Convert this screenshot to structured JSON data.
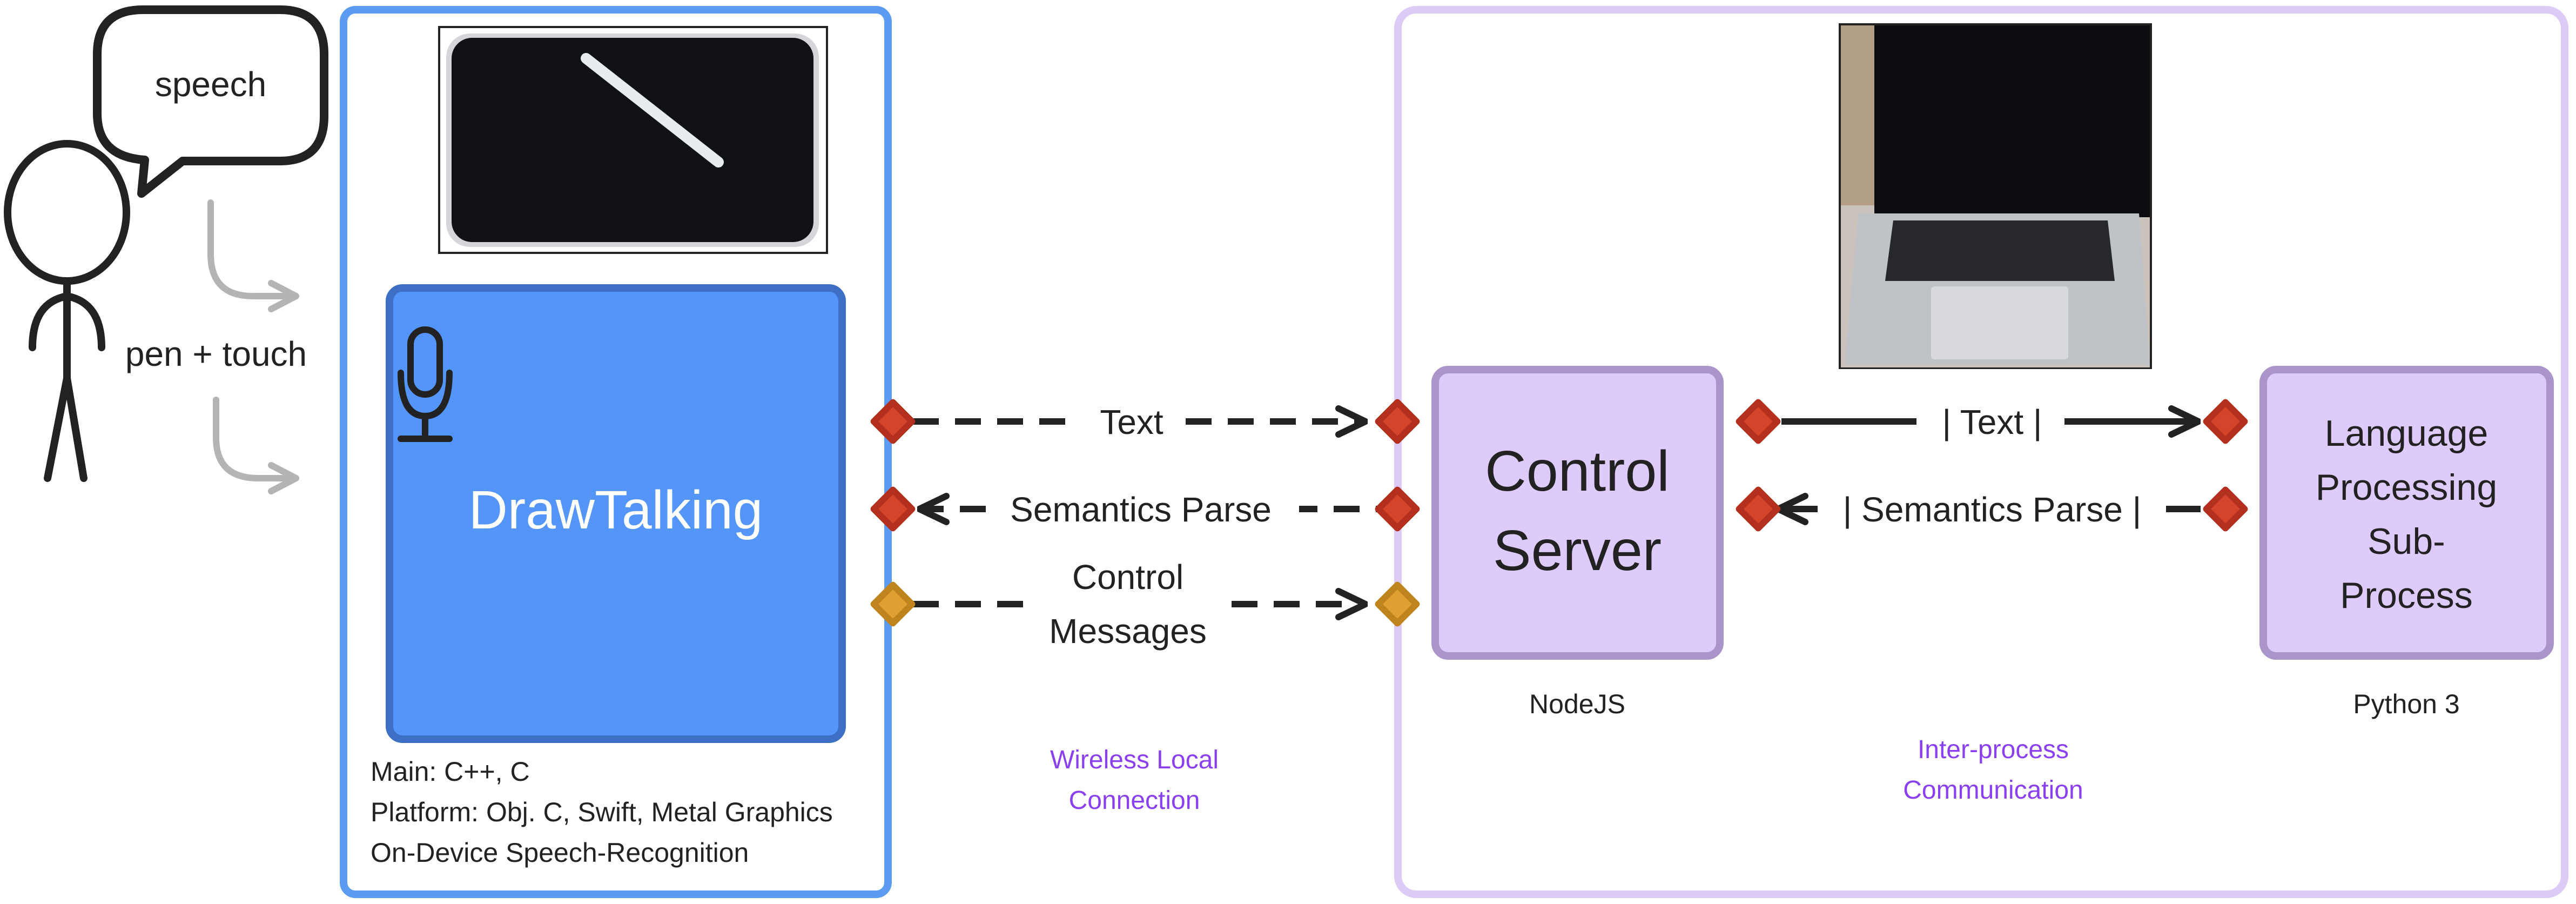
{
  "user": {
    "speech_label": "speech",
    "input_label": "pen + touch"
  },
  "client": {
    "app_title": "DrawTalking",
    "tech_lines": [
      "Main: C++, C",
      "Platform: Obj. C, Swift, Metal Graphics",
      "On-Device Speech-Recognition"
    ],
    "device_photo": "tablet-with-stylus"
  },
  "wireless_link": {
    "text_label": "Text",
    "semantics_label": "Semantics Parse",
    "control_label_line1": "Control",
    "control_label_line2": "Messages",
    "caption_line1": "Wireless Local",
    "caption_line2": "Connection"
  },
  "server": {
    "title_line1": "Control",
    "title_line2": "Server",
    "runtime": "NodeJS",
    "device_photo": "laptop"
  },
  "ipc_link": {
    "text_label": "| Text |",
    "semantics_label": "| Semantics Parse |",
    "caption_line1": "Inter-process",
    "caption_line2": "Communication"
  },
  "nlp": {
    "title_lines": [
      "Language",
      "Processing",
      "Sub-",
      "Process"
    ],
    "runtime": "Python 3"
  },
  "colors": {
    "client_border": "#5b9cf2",
    "client_box": "#5495fa",
    "client_box_border": "#3d6fc4",
    "server_border": "#ddcbf7",
    "purple_box": "#dccbfb",
    "purple_box_border": "#a995c9",
    "caption_purple": "#8a3ff0",
    "port_red": "#d4442b",
    "port_amber": "#e1a132",
    "gray_arrow": "#b4b4b4",
    "dark": "#222222"
  }
}
